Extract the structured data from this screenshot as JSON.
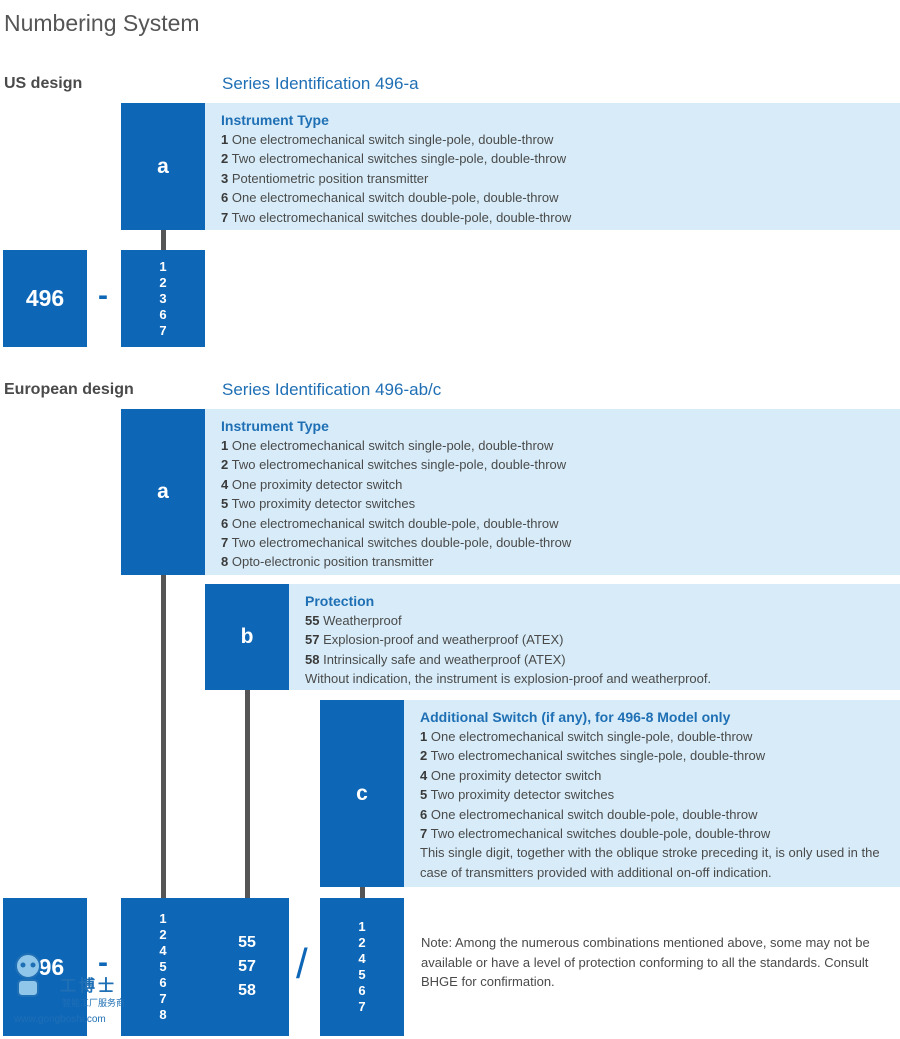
{
  "page_title": "Numbering System",
  "us": {
    "title": "US design",
    "series": "Series Identification 496-a",
    "box_a": "a",
    "model": "496",
    "dash": "-",
    "digits": [
      "1",
      "2",
      "3",
      "6",
      "7"
    ],
    "panel": {
      "head": "Instrument Type",
      "items": [
        {
          "n": "1",
          "t": "One electromechanical switch single-pole, double-throw"
        },
        {
          "n": "2",
          "t": "Two electromechanical switches single-pole, double-throw"
        },
        {
          "n": "3",
          "t": "Potentiometric position transmitter"
        },
        {
          "n": "6",
          "t": "One electromechanical switch double-pole, double-throw"
        },
        {
          "n": "7",
          "t": "Two electromechanical switches double-pole, double-throw"
        }
      ]
    }
  },
  "eu": {
    "title": "European design",
    "series": "Series Identification 496-ab/c",
    "box_a": "a",
    "box_b": "b",
    "box_c": "c",
    "model": "496",
    "dash": "-",
    "slash": "/",
    "digits_a": [
      "1",
      "2",
      "4",
      "5",
      "6",
      "7",
      "8"
    ],
    "digits_b": [
      "55",
      "57",
      "58"
    ],
    "digits_c": [
      "1",
      "2",
      "4",
      "5",
      "6",
      "7"
    ],
    "panel_a": {
      "head": "Instrument Type",
      "items": [
        {
          "n": "1",
          "t": "One electromechanical switch single-pole, double-throw"
        },
        {
          "n": "2",
          "t": "Two electromechanical switches single-pole, double-throw"
        },
        {
          "n": "4",
          "t": "One proximity detector switch"
        },
        {
          "n": "5",
          "t": "Two proximity detector switches"
        },
        {
          "n": "6",
          "t": "One electromechanical switch double-pole, double-throw"
        },
        {
          "n": "7",
          "t": "Two electromechanical switches double-pole, double-throw"
        },
        {
          "n": "8",
          "t": "Opto-electronic position transmitter"
        }
      ]
    },
    "panel_b": {
      "head": "Protection",
      "items": [
        {
          "n": "55",
          "t": "Weatherproof"
        },
        {
          "n": "57",
          "t": "Explosion-proof and weatherproof (ATEX)"
        },
        {
          "n": "58",
          "t": "Intrinsically safe and weatherproof (ATEX)"
        }
      ],
      "footer": "Without indication, the instrument is explosion-proof and weatherproof."
    },
    "panel_c": {
      "head": "Additional Switch (if any), for 496-8 Model only",
      "items": [
        {
          "n": "1",
          "t": "One electromechanical switch single-pole, double-throw"
        },
        {
          "n": "2",
          "t": "Two electromechanical switches single-pole, double-throw"
        },
        {
          "n": "4",
          "t": "One proximity detector switch"
        },
        {
          "n": "5",
          "t": "Two proximity detector switches"
        },
        {
          "n": "6",
          "t": "One electromechanical switch double-pole, double-throw"
        },
        {
          "n": "7",
          "t": "Two electromechanical switches double-pole, double-throw"
        }
      ],
      "footer": "This single digit, together with the oblique stroke preceding it, is only used in the case of transmitters provided with additional on-off indication."
    },
    "note": "Note: Among the numerous combinations mentioned above, some may not be available or have a level of protection conforming to all the standards. Consult BHGE for confirmation."
  },
  "watermark": {
    "cn": "工博士",
    "sub": "智能工厂服务商",
    "url": "www.gongboshi.com"
  },
  "colors": {
    "box": "#0e66b6",
    "panel": "#d7ecf8",
    "accent": "#1f6fb5"
  }
}
